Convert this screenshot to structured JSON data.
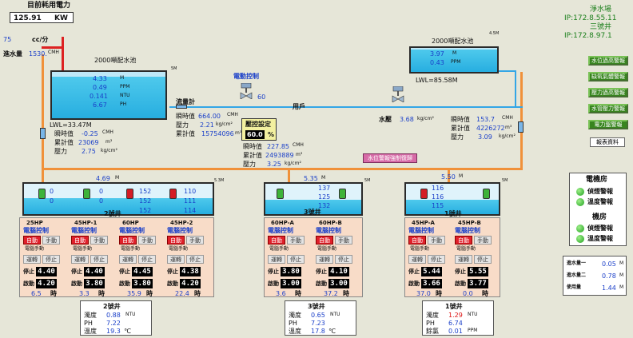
{
  "power": {
    "label": "目前耗用電力",
    "value": "125.91",
    "unit": "KW"
  },
  "station": {
    "name": "淨水場",
    "ip1": "IP:172.8.55.11",
    "well": "三號井",
    "ip2": "IP:172.8.97.1"
  },
  "inflow": {
    "rate": "75",
    "rate_unit": "cc/分",
    "label": "進水量",
    "value": "1530.",
    "unit": "CMH"
  },
  "left_tank": {
    "name": "2000噸配水池",
    "level": "4.33",
    "level_unit": "M",
    "ph": "0.49",
    "ph_unit": "PPM",
    "ntu": "0.141",
    "ntu_unit": "NTU",
    "v4": "6.67",
    "v4_unit": "PH",
    "lwl": "LWL=33.47M",
    "top_mark": "5M",
    "inst_label": "瞬時值",
    "inst": "-0.25",
    "inst_unit": "CMH",
    "acc_label": "累計值",
    "acc": "23069",
    "acc_unit": "m³",
    "press_label": "壓力",
    "press": "2.75",
    "press_unit": "kg/cm²"
  },
  "right_tank": {
    "name": "2000噸配水池",
    "level": "3.97",
    "level_unit": "M",
    "ppm": "0.43",
    "ppm_unit": "PPM",
    "lwl": "LWL=85.58M",
    "top_mark": "4.5M"
  },
  "mid_meter": {
    "title": "流量計",
    "inst_label": "瞬時值",
    "inst": "664.00",
    "inst_unit": "CMH",
    "press_label": "壓力",
    "press": "2.21",
    "press_unit": "kg/cm²",
    "acc_label": "累計值",
    "acc": "15754096",
    "acc_unit": "m³"
  },
  "valve1": {
    "label": "電動控制",
    "value": "60"
  },
  "user": {
    "label": "用戶"
  },
  "pressure_set": {
    "title": "壓控設定",
    "value": "60.0",
    "unit": "%"
  },
  "meter2": {
    "inst_label": "瞬時值",
    "inst": "227.85",
    "inst_unit": "CMH",
    "acc_label": "累計值",
    "acc": "2493889",
    "acc_unit": "m³",
    "press_label": "壓力",
    "press": "3.25",
    "press_unit": "kg/cm²"
  },
  "water_press": {
    "label": "水壓",
    "value": "3.68",
    "unit": "kg/cm²"
  },
  "right_meter": {
    "inst_label": "瞬時值",
    "inst": "153.7",
    "inst_unit": "CMH",
    "acc_label": "累計值",
    "acc": "4226272",
    "acc_unit": "m³",
    "press_label": "壓力",
    "press": "3.09",
    "press_unit": "kg/cm²"
  },
  "pink_button": "水位警報強制復歸",
  "side_buttons": [
    "水位過高警報",
    "缺氧氣體警報",
    "壓力過高警報",
    "水管壓力警報",
    "電力盤警報",
    "報表資料"
  ],
  "elec_room": {
    "title": "電機房",
    "items": [
      "偵煙警報",
      "溫度警報"
    ]
  },
  "machine_room": {
    "title": "機房",
    "items": [
      "偵煙警報",
      "溫度警報"
    ]
  },
  "levels": {
    "well2": "4.69",
    "well2_u": "M",
    "well3": "5.35",
    "well3_u": "M",
    "well1": "5.50",
    "well1_u": "M",
    "mark2": "5.3M",
    "mark3": "5M",
    "mark1": "5M"
  },
  "well2_tank": {
    "vals": [
      "0",
      "0",
      "0",
      "0",
      "152",
      "152",
      "152",
      "110",
      "111",
      "114"
    ]
  },
  "well3_tank": {
    "vals": [
      "137",
      "125",
      "132"
    ]
  },
  "well1_tank": {
    "vals": [
      "116",
      "116",
      "115"
    ]
  },
  "well2": {
    "pumps": [
      {
        "hp": "25HP",
        "ctrl": "電腦控制",
        "a": "自動",
        "b": "手動",
        "mode": "電腦手動",
        "run": "運轉",
        "stop": "停止",
        "r1l": "停止",
        "r1": "4.40",
        "r2l": "啟動",
        "r2": "4.20",
        "hours": "6.5",
        "hu": "時"
      },
      {
        "hp": "45HP-1",
        "ctrl": "電腦控制",
        "a": "自動",
        "b": "手動",
        "mode": "電腦手動",
        "run": "運轉",
        "stop": "停止",
        "r1l": "停止",
        "r1": "4.40",
        "r2l": "啟動",
        "r2": "3.80",
        "hours": "3.3",
        "hu": "時"
      },
      {
        "hp": "60HP",
        "ctrl": "電腦控制",
        "a": "自動",
        "b": "手動",
        "mode": "電腦手動",
        "run": "運轉",
        "stop": "停止",
        "r1l": "停止",
        "r1": "4.45",
        "r2l": "啟動",
        "r2": "3.80",
        "hours": "35.9",
        "hu": "時"
      },
      {
        "hp": "45HP-2",
        "ctrl": "電腦控制",
        "a": "自動",
        "b": "手動",
        "mode": "電腦手動",
        "run": "運轉",
        "stop": "停止",
        "r1l": "停止",
        "r1": "4.38",
        "r2l": "啟動",
        "r2": "4.20",
        "hours": "22.4",
        "hu": "時"
      }
    ],
    "name": "2號井",
    "ntu_l": "濁度",
    "ntu": "0.88",
    "ntu_u": "NTU",
    "ph_l": "PH",
    "ph": "7.22",
    "temp_l": "溫度",
    "temp": "19.3",
    "temp_u": "℃"
  },
  "well3": {
    "pumps": [
      {
        "hp": "60HP-A",
        "ctrl": "電腦控制",
        "a": "自動",
        "b": "手動",
        "mode": "電腦手動",
        "run": "運轉",
        "stop": "停止",
        "r1l": "停止",
        "r1": "3.80",
        "r2l": "啟動",
        "r2": "3.00",
        "hours": "3.6",
        "hu": "時"
      },
      {
        "hp": "60HP-B",
        "ctrl": "電腦控制",
        "a": "自動",
        "b": "手動",
        "mode": "電腦手動",
        "run": "運轉",
        "stop": "停止",
        "r1l": "停止",
        "r1": "4.10",
        "r2l": "啟動",
        "r2": "3.00",
        "hours": "37.2",
        "hu": "時"
      }
    ],
    "name": "3號井",
    "ntu_l": "濁度",
    "ntu": "0.65",
    "ntu_u": "NTU",
    "ph_l": "PH",
    "ph": "7.23",
    "temp_l": "溫度",
    "temp": "17.8",
    "temp_u": "℃"
  },
  "well1": {
    "pumps": [
      {
        "hp": "45HP-A",
        "ctrl": "電腦控制",
        "a": "自動",
        "b": "手動",
        "mode": "電腦手動",
        "run": "運轉",
        "stop": "停止",
        "r1l": "停止",
        "r1": "5.44",
        "r2l": "啟動",
        "r2": "3.66",
        "hours": "37.0",
        "hu": "時"
      },
      {
        "hp": "45HP-B",
        "ctrl": "電腦控制",
        "a": "自動",
        "b": "手動",
        "mode": "電腦手動",
        "run": "運轉",
        "stop": "停止",
        "r1l": "停止",
        "r1": "5.55",
        "r2l": "啟動",
        "r2": "3.77",
        "hours": "0.0",
        "hu": "時"
      }
    ],
    "name": "1號井",
    "ntu_l": "濁度",
    "ntu": "1.29",
    "ntu_u": "NTU",
    "ph_l": "PH",
    "ph": "6.74",
    "cl_l": "餘氯",
    "cl": "0.01",
    "cl_u": "PPM"
  },
  "water_in": [
    {
      "label": "進水量一",
      "value": "0.05",
      "unit": "M"
    },
    {
      "label": "進水量二",
      "value": "0.78",
      "unit": "M"
    },
    {
      "label": "使用量",
      "value": "1.44",
      "unit": "M"
    }
  ]
}
